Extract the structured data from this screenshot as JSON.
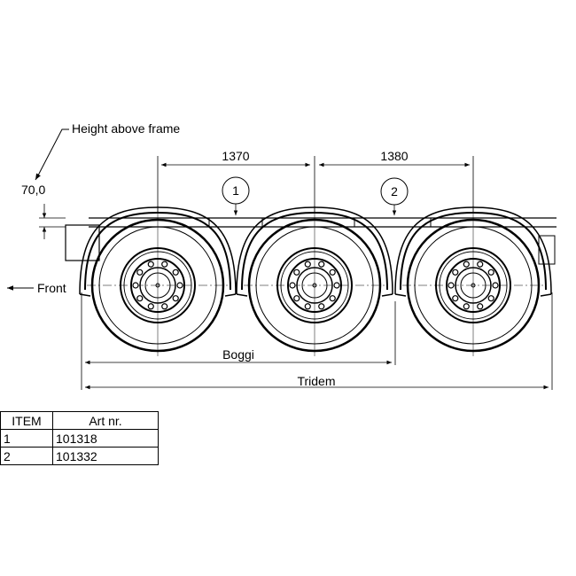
{
  "labels": {
    "height_above_frame": "Height above frame",
    "height_value": "70,0",
    "front": "Front",
    "dim_1": "1370",
    "dim_2": "1380",
    "boggi": "Boggi",
    "tridem": "Tridem",
    "balloon_1": "1",
    "balloon_2": "2"
  },
  "table": {
    "headers": [
      "ITEM",
      "Art nr."
    ],
    "rows": [
      [
        "1",
        "101318"
      ],
      [
        "2",
        "101332"
      ]
    ]
  }
}
